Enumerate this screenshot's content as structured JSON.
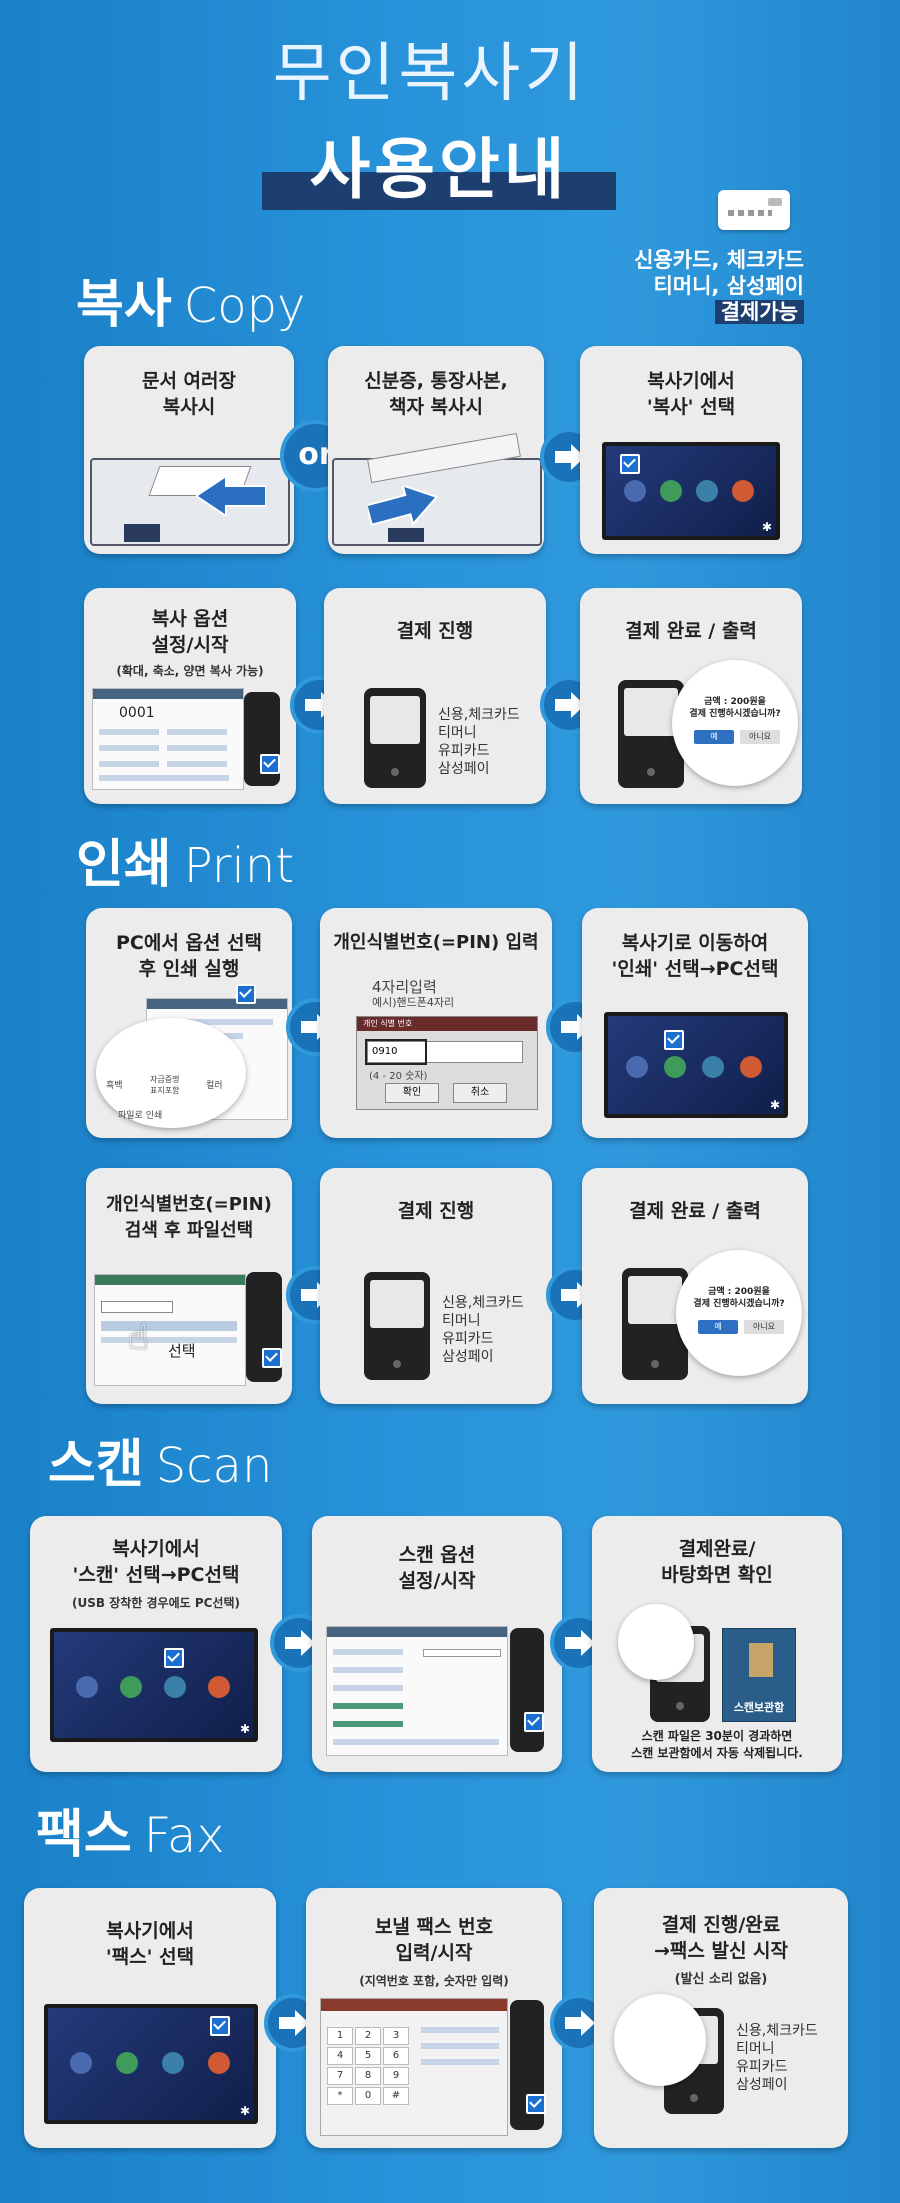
{
  "header": {
    "title_line1": "무인복사기",
    "title_line2": "사용안내",
    "payment_line1": "신용카드, 체크카드",
    "payment_line2": "티머니, 삼성페이",
    "payment_line3": "결제가능"
  },
  "sections": {
    "copy": {
      "ko": "복사",
      "en": "Copy"
    },
    "print": {
      "ko": "인쇄",
      "en": "Print"
    },
    "scan": {
      "ko": "스캔",
      "en": "Scan"
    },
    "fax": {
      "ko": "팩스",
      "en": "Fax"
    }
  },
  "or_label": "or",
  "copy": {
    "c1": {
      "title": "문서 여러장\n복사시"
    },
    "c2": {
      "title": "신분증, 통장사본,\n책자 복사시"
    },
    "c3": {
      "title": "복사기에서\n'복사' 선택"
    },
    "c4": {
      "title": "복사 옵션\n설정/시작",
      "sub": "(확대, 축소, 양면 복사 가능)",
      "count": "0001"
    },
    "c5": {
      "title": "결제 진행"
    },
    "c6": {
      "title": "결제 완료 / 출력",
      "dialog": "금액 : 200원을\n결제 진행하시겠습니까?",
      "yes": "예",
      "no": "아니요"
    }
  },
  "payment_methods": "신용,체크카드\n티머니\n유피카드\n삼성페이",
  "print": {
    "p1": {
      "title": "PC에서 옵션 선택\n후 인쇄 실행",
      "opt1": "흑백",
      "opt2": "자금증명\n표지포함",
      "opt3": "컬러",
      "checkbox": "파일로 인쇄"
    },
    "p2": {
      "title": "개인식별번호(=PIN) 입력",
      "hint1": "4자리입력",
      "hint2": "예시)핸드폰4자리",
      "dlg_title": "개인 식별 번호",
      "pin_value": "0910",
      "range": "(4 - 20 숫자)",
      "ok": "확인",
      "cancel": "취소"
    },
    "p3": {
      "title": "복사기로 이동하여\n'인쇄' 선택→PC선택"
    },
    "p4": {
      "title": "개인식별번호(=PIN)\n검색 후 파일선택",
      "select": "선택"
    },
    "p5": {
      "title": "결제 진행"
    },
    "p6": {
      "title": "결제 완료 / 출력",
      "dialog": "금액 : 200원을\n결제 진행하시겠습니까?",
      "yes": "예",
      "no": "아니요"
    }
  },
  "scan": {
    "s1": {
      "title": "복사기에서\n'스캔' 선택→PC선택",
      "sub": "(USB 장착한 경우에도 PC선택)"
    },
    "s2": {
      "title": "스캔 옵션\n설정/시작"
    },
    "s3": {
      "title": "결제완료/\n바탕화면 확인",
      "folder": "스캔보관함",
      "note": "스캔 파일은 30분이 경과하면\n스캔 보관함에서 자동 삭제됩니다."
    }
  },
  "fax": {
    "f1": {
      "title": "복사기에서\n'팩스' 선택"
    },
    "f2": {
      "title": "보낼 팩스 번호\n입력/시작",
      "sub": "(지역번호 포함, 숫자만 입력)",
      "keys": [
        "1",
        "2",
        "3",
        "4",
        "5",
        "6",
        "7",
        "8",
        "9",
        "*",
        "0",
        "#"
      ]
    },
    "f3": {
      "title": "결제 진행/완료\n→팩스 발신 시작",
      "sub": "(발신 소리 없음)"
    }
  },
  "colors": {
    "background": "#2893da",
    "card": "#ececec",
    "accent_dark": "#1d3f6f",
    "arrow": "#1a73b8"
  }
}
